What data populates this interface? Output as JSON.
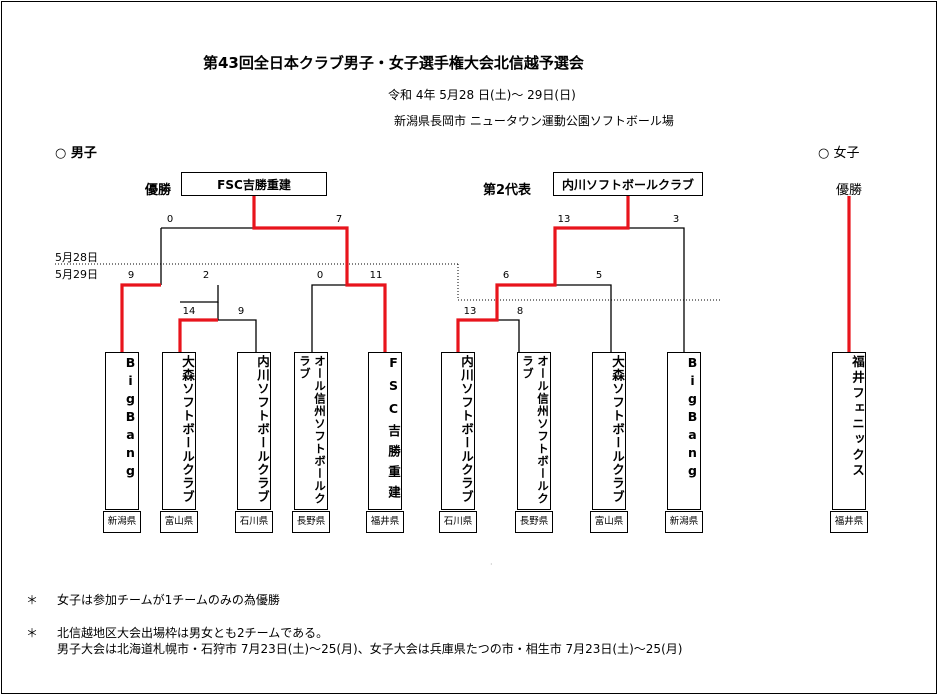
{
  "header": {
    "title": "第43回全日本クラブ男子・女子選手権大会北信越予選会",
    "date": "令和 4年  5月28 日(土)～ 29日(日)",
    "venue": "新潟県長岡市   ニュータウン運動公園ソフトボール場"
  },
  "men": {
    "section_label": "○  男子",
    "champion_label": "優勝",
    "champion": "FSC吉勝重建",
    "second_label": "第2代表",
    "second": "内川ソフトボールクラブ",
    "day1": "5月28日",
    "day2": "5月29日",
    "scores": {
      "final_left": "0",
      "final_right": "7",
      "sf1_left": "9",
      "sf1_right": "2",
      "qf1_left": "14",
      "qf1_right": "9",
      "qf2_left": "0",
      "qf2_right": "11",
      "final2_left": "13",
      "final2_right": "3",
      "sf2_left": "6",
      "sf2_right": "5",
      "qf3_left": "13",
      "qf3_right": "8"
    },
    "teams": [
      {
        "name": "BigBang",
        "pref": "新潟県"
      },
      {
        "name": "大森ソフトボールクラブ",
        "pref": "富山県"
      },
      {
        "name": "内川ソフトボールクラブ",
        "pref": "石川県"
      },
      {
        "name": "オール信州ソフトボールクラブ",
        "pref": "長野県"
      },
      {
        "name": "FSC吉勝重建",
        "pref": "福井県"
      },
      {
        "name": "内川ソフトボールクラブ",
        "pref": "石川県"
      },
      {
        "name": "オール信州ソフトボールクラブ",
        "pref": "長野県"
      },
      {
        "name": "大森ソフトボールクラブ",
        "pref": "富山県"
      },
      {
        "name": "BigBang",
        "pref": "新潟県"
      }
    ]
  },
  "women": {
    "section_label": "○  女子",
    "champion_label": "優勝",
    "team": {
      "name": "福井フェニックス",
      "pref": "福井県"
    }
  },
  "notes": {
    "note1_mark": "＊",
    "note1": "女子は参加チームが1チームのみの為優勝",
    "note2_mark": "＊",
    "note2_line1": "北信越地区大会出場枠は男女とも2チームである。",
    "note2_line2": "男子大会は北海道札幌市・石狩市  7月23日(土)～25(月)、女子大会は兵庫県たつの市・相生市   7月23日(土)～25(月)"
  },
  "colors": {
    "win_line": "#e8141c",
    "line": "#000000"
  }
}
